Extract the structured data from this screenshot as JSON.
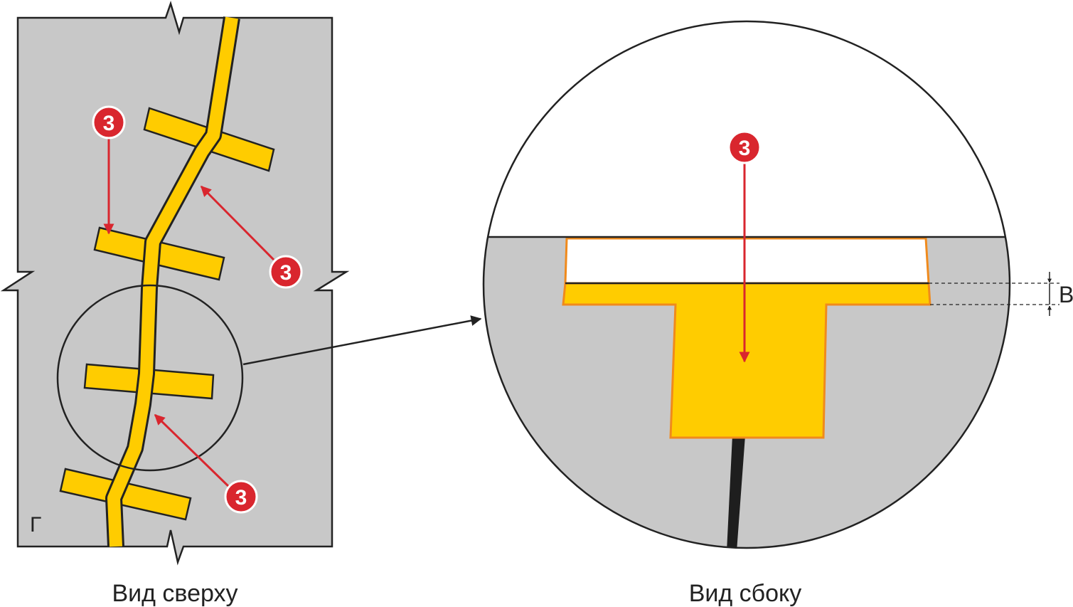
{
  "colors": {
    "concrete": "#c8c8c8",
    "sealant": "#ffcc00",
    "sealant_edge": "#f08a1c",
    "marker": "#d9262e",
    "line": "#222222",
    "crack": "#1e1e1e"
  },
  "top_view": {
    "caption": "Вид сверху",
    "corner_label": "Г"
  },
  "side_view": {
    "caption": "Вид сбоку",
    "dimension_label": "В"
  },
  "markers": [
    {
      "label": "3"
    },
    {
      "label": "3"
    },
    {
      "label": "3"
    },
    {
      "label": "3"
    }
  ]
}
